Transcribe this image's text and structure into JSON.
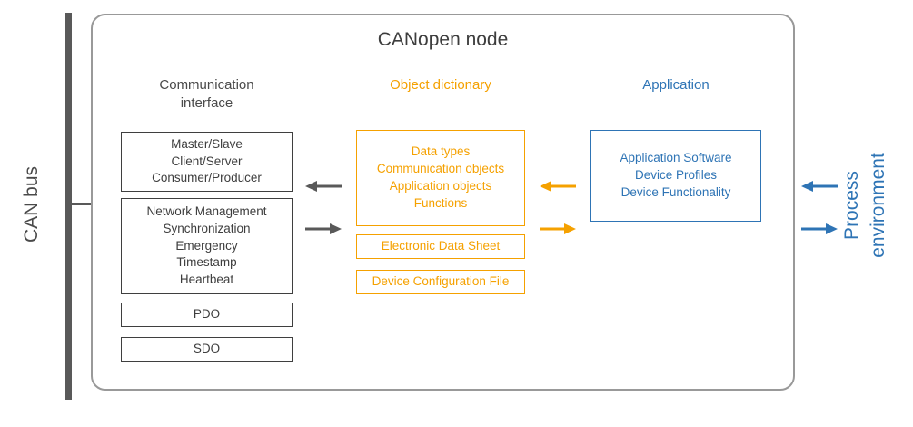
{
  "colors": {
    "gray_text": "#4a4a4a",
    "bus_gray": "#595959",
    "border_gray": "#999999",
    "orange": "#f5a100",
    "blue": "#2e74b5"
  },
  "bus": {
    "label": "CAN bus"
  },
  "node": {
    "title": "CANopen node"
  },
  "columns": {
    "communication": {
      "header": "Communication\ninterface",
      "boxes": [
        {
          "text": "Master/Slave\nClient/Server\nConsumer/Producer"
        },
        {
          "text": "Network Management\nSynchronization\nEmergency\nTimestamp\nHeartbeat"
        },
        {
          "text": "PDO"
        },
        {
          "text": "SDO"
        }
      ]
    },
    "object_dictionary": {
      "header": "Object dictionary",
      "boxes": [
        {
          "text": "Data types\nCommunication objects\nApplication objects\nFunctions"
        },
        {
          "text": "Electronic Data Sheet"
        },
        {
          "text": "Device Configuration File"
        }
      ]
    },
    "application": {
      "header": "Application",
      "boxes": [
        {
          "text": "Application Software\nDevice Profiles\nDevice Functionality"
        }
      ]
    }
  },
  "process": {
    "label": "Process\nenvironment"
  }
}
